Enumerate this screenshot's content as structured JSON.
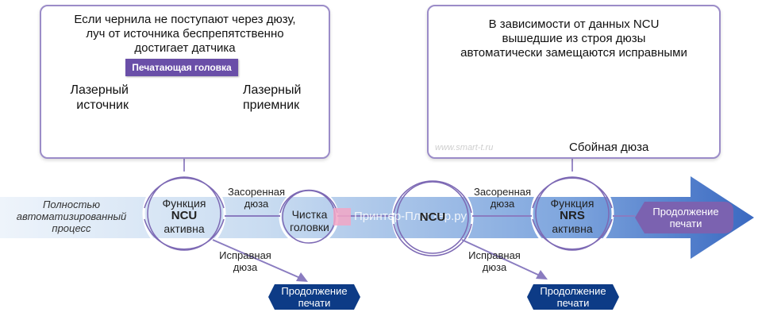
{
  "left_callout": {
    "text_line1": "Если чернила не поступают через дюзу,",
    "text_line2": "луч от источника беспрепятственно",
    "text_line3": "достигает датчика",
    "head_label": "Печатающая головка",
    "laser_source": [
      "Лазерный",
      "источник"
    ],
    "laser_receiver": [
      "Лазерный",
      "приемник"
    ]
  },
  "right_callout": {
    "text_line1": "В зависимости от данных NCU",
    "text_line2": "вышедшие из строя дюзы",
    "text_line3": "автоматически замещаются исправными",
    "faulty_nozzle": "Сбойная дюза",
    "watermark": "www.smart-t.ru"
  },
  "process": {
    "start_label": [
      "Полностью",
      "автоматизированный",
      "процесс"
    ],
    "ncu_circle": [
      "Функция",
      "NCU",
      "активна"
    ],
    "clogged_1": [
      "Засоренная",
      "дюза"
    ],
    "cleaning_circle": [
      "Чистка",
      "головки"
    ],
    "ncu2_circle": "NCU",
    "clogged_2": [
      "Засоренная",
      "дюза"
    ],
    "nrs_circle": [
      "Функция",
      "NRS",
      "активна"
    ],
    "good_1": [
      "Исправная",
      "дюза"
    ],
    "good_2": [
      "Исправная",
      "дюза"
    ],
    "continue_1": [
      "Продолжение",
      "печати"
    ],
    "continue_2": [
      "Продолжение",
      "печати"
    ],
    "continue_end": [
      "Продолжение",
      "печати"
    ],
    "brand_watermark": "Принтер-Плоттер.ру"
  },
  "colors": {
    "arrow_light": "#dbe8f6",
    "arrow_dark": "#3f6fc4",
    "circle_stroke": "#7d69b4",
    "hex_fill": "#0d3b86",
    "end_pill": "#7b62b0",
    "droplet": "#c2308a"
  }
}
